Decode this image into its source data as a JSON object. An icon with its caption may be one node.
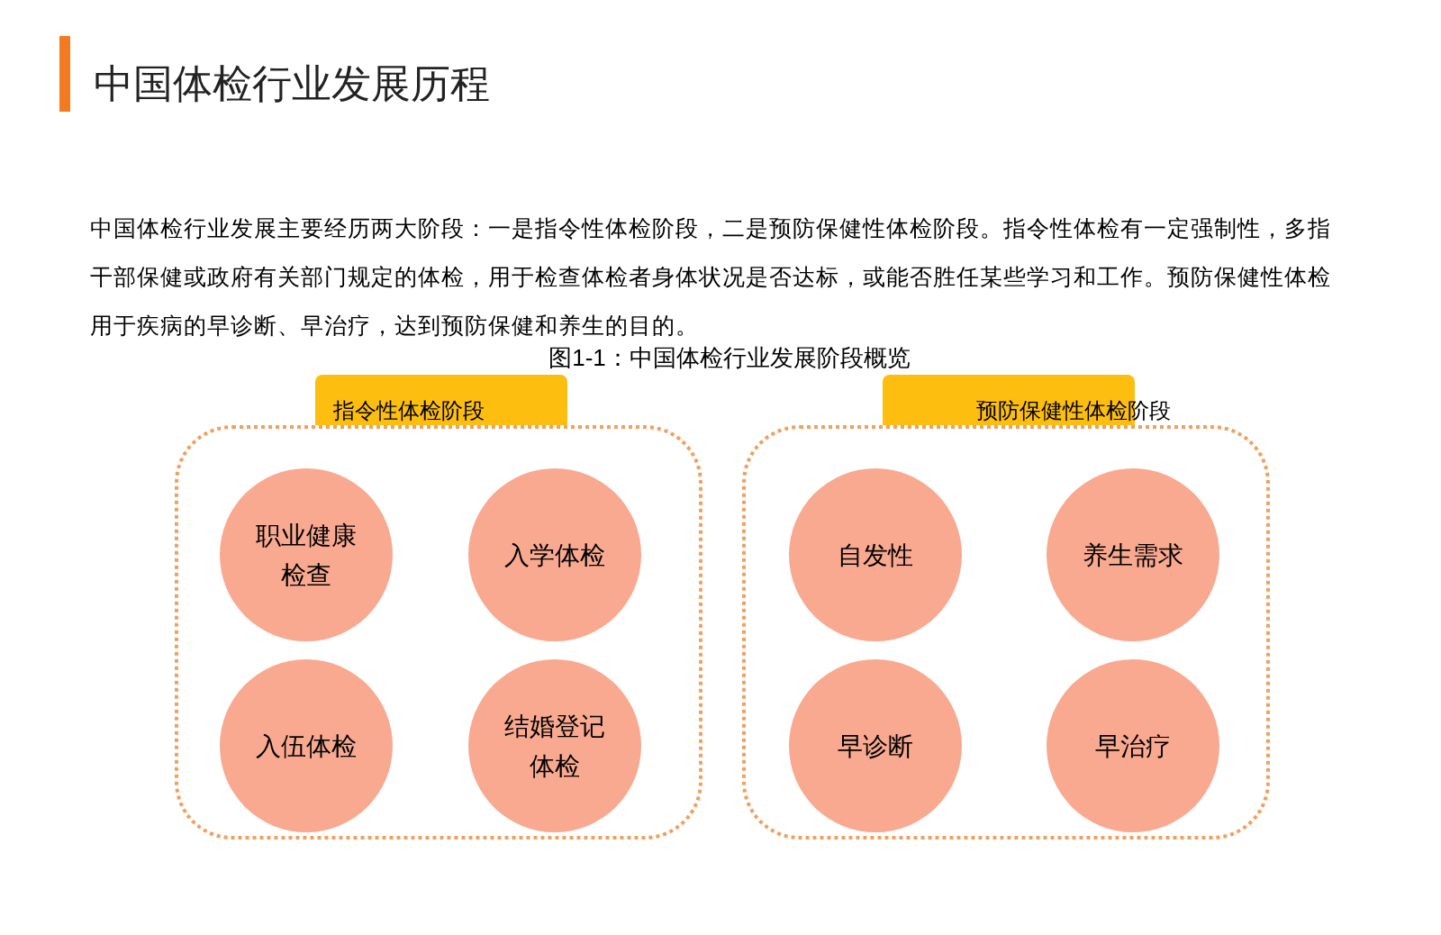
{
  "diagram": {
    "title": "中国体检行业发展历程",
    "caption": "图1-1：中国体检行业发展阶段概览",
    "nodes": [
      {
        "text": [
          "指令性体检阶段"
        ]
      },
      {
        "text": [
          "职业健康检查"
        ],
        "in": 0
      },
      {
        "text": [
          "入学体检"
        ],
        "in": 0
      },
      {
        "text": [
          "入伍体检"
        ],
        "in": 0
      },
      {
        "text": [
          "结婚登记体检"
        ],
        "in": 0
      },
      {
        "text": [
          "预防保健性体检阶段"
        ]
      },
      {
        "text": [
          "自发性"
        ],
        "in": 5
      },
      {
        "text": [
          "养生需求"
        ],
        "in": 5
      },
      {
        "text": [
          "早诊断"
        ],
        "in": 5
      },
      {
        "text": [
          "早治疗"
        ],
        "in": 5
      }
    ],
    "edges": [],
    "labels": [
      "中国体检行业发展主要经历两大阶段：一是指令性体检阶段，二是预防保健性体检阶段。指令性体检有一定强制性，多指干部保健或政府有关部门规定的体检，用于检查体检者身体状况是否达标，或能否胜任某些学习和工作。预防保健性体检用于疾病的早诊断、早治疗，达到预防保健和养生的目的。"
    ]
  }
}
